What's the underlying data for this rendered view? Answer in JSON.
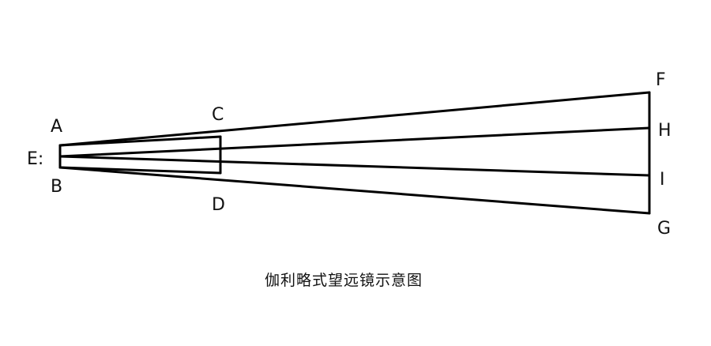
{
  "diagram": {
    "labels": {
      "a": "A",
      "b": "B",
      "c": "C",
      "d": "D",
      "e": "E:",
      "f": "F",
      "g": "G",
      "h": "H",
      "i": "I"
    },
    "caption": "伽利略式望远镜示意图"
  }
}
